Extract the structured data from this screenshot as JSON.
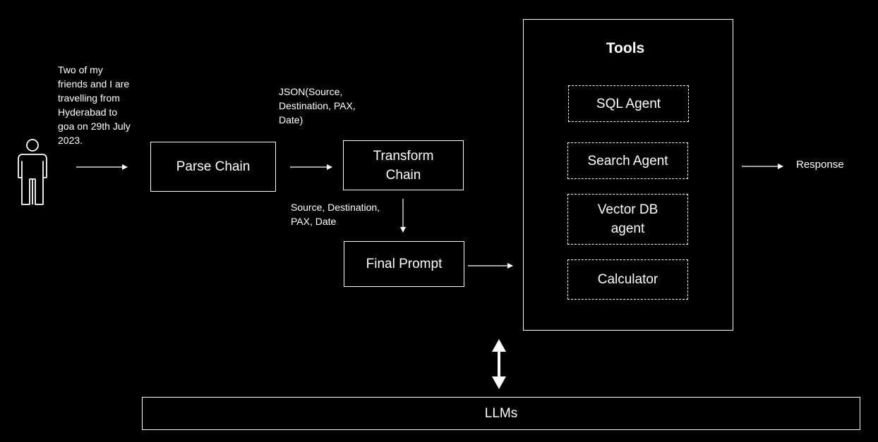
{
  "user_text": {
    "line1": "Two of my",
    "line2": "friends and I are",
    "line3": "travelling from",
    "line4": "Hyderabad to",
    "line5": "goa on 29th July",
    "line6": "2023."
  },
  "parse_chain": "Parse Chain",
  "json_label": {
    "line1": "JSON(Source,",
    "line2": "Destination, PAX,",
    "line3": "Date)"
  },
  "transform_chain": {
    "line1": "Transform",
    "line2": "Chain"
  },
  "fields_label": {
    "line1": "Source, Destination,",
    "line2": "PAX, Date"
  },
  "final_prompt": "Final Prompt",
  "tools": {
    "title": "Tools",
    "sql_agent": "SQL Agent",
    "search_agent": "Search Agent",
    "vector_db_agent": {
      "line1": "Vector DB",
      "line2": "agent"
    },
    "calculator": "Calculator"
  },
  "response": "Response",
  "llms": "LLMs",
  "colors": {
    "background": "#000000",
    "foreground": "#ffffff"
  },
  "icons": {
    "user": "person-icon"
  }
}
